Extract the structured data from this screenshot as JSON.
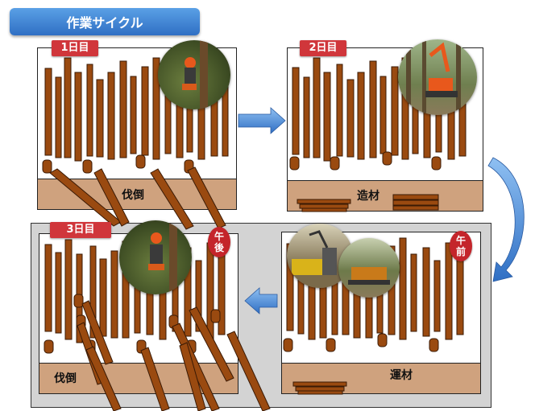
{
  "title": "作業サイクル",
  "days": {
    "day1": "1日目",
    "day2": "2日目",
    "day3": "3日目"
  },
  "ground_labels": {
    "felling_top": "伐倒",
    "processing": "造材",
    "felling_bottom": "伐倒",
    "transport": "運材"
  },
  "badges": {
    "afternoon": [
      "午",
      "後"
    ],
    "morning": [
      "午",
      "前"
    ]
  },
  "photos": [
    "felling-worker-photo",
    "processor-machine-photo",
    "felling-worker-photo-2",
    "forwarder-loading-photo",
    "forwarder-truck-photo"
  ],
  "colors": {
    "title_bar": "#2f6fc4",
    "day_tag": "#d0363b",
    "trunk": "#9a4a10",
    "ground": "#cfa27e",
    "badge": "#c4252b",
    "arrow": "#3f7fcf",
    "group_bg": "#d3d3d3"
  }
}
